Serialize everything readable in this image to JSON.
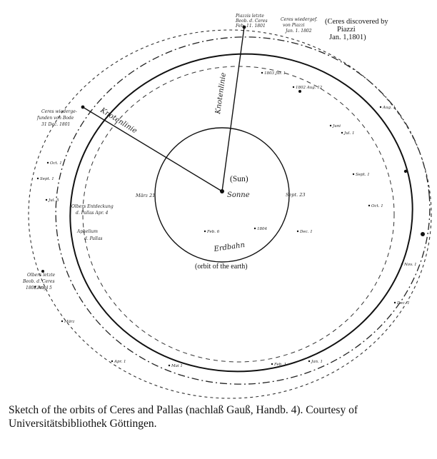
{
  "labels": {
    "ceres_discovered_note": [
      "(Ceres discovered by",
      "Piazzi",
      "Jan. 1,1801)"
    ],
    "sun_note": "(Sun)",
    "earth_orbit_note": "(orbit of the earth)",
    "sonne": "Sonne",
    "erdbahn": "Erdbahn",
    "knotenlinie_1": "Knotenlinie",
    "knotenlinie_2": "Knotenlinie",
    "piazzi_note": [
      "Piazzis letzte",
      "Beob. d. Ceres",
      "Feb. 11. 1801"
    ],
    "ceres_obs_note": [
      "Ceres wiederge-",
      "funden von Bode",
      "31 Dec. 1801"
    ],
    "pallas_note": [
      "Olbers Entdeckung",
      "d. Pallas Apr. 4"
    ],
    "aphel_note": [
      "Aphelium",
      "d. Pallas"
    ],
    "olbers_ceres_note": [
      "Olbers letzte",
      "Beob. d. Ceres",
      "1802 Aug. 5"
    ],
    "ceres_wieder_note": [
      "Ceres wiedergef.",
      "von Piazzi",
      "Jan. 1. 1802"
    ],
    "sept_label": "Sept. 23",
    "march_label": "März 21",
    "small_marks": [
      "1803 Jul. 1",
      "1802 Aug. 12",
      "Juni",
      "Jul. 1",
      "Aug. 1",
      "Sept. 1",
      "Oct. 1",
      "Nov. 1",
      "Dec. 1",
      "Jan. 1",
      "Feb. 1",
      "Mai 1",
      "Apr. 1",
      "März",
      "Juni 1",
      "Jul. 5",
      "Sept. 1",
      "Oct. 1",
      "Dec. 1",
      "Feb. 6",
      "1804"
    ]
  },
  "caption": "Sketch of the orbits of Ceres and Pallas (nachlaß Gauß, Handb. 4). Courtesy of Universitätsbibliothek Göttingen."
}
